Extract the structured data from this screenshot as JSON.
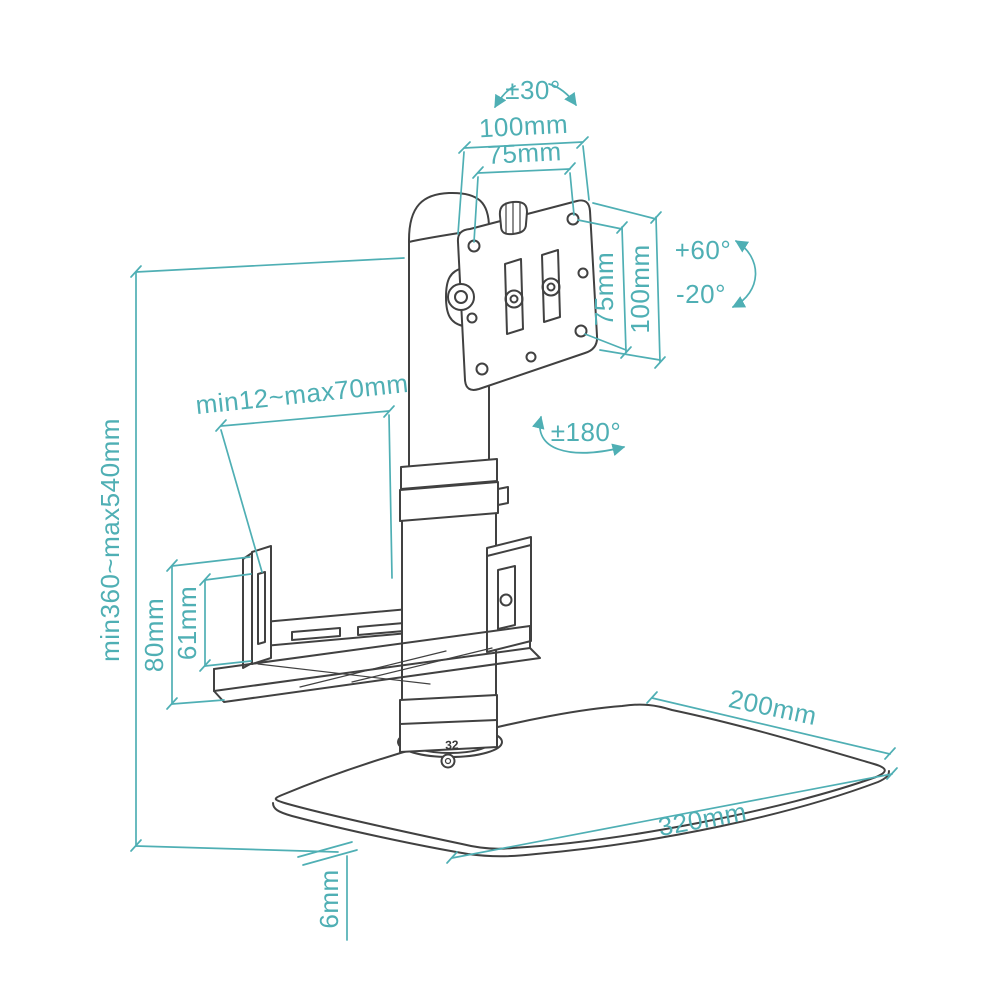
{
  "colors": {
    "art_line": "#414141",
    "dimension": "#4fafb4",
    "background": "#ffffff"
  },
  "labels": {
    "swivel_top": "±30°",
    "vesa_width_outer": "100mm",
    "vesa_width_inner": "75mm",
    "vesa_height_inner": "75mm",
    "vesa_height_outer": "100mm",
    "tilt_up": "+60°",
    "tilt_down": "-20°",
    "rotation": "±180°",
    "cpu_holder_width_range": "min12~max70mm",
    "pole_height_range": "min360~max540mm",
    "cpu_holder_height": "80mm",
    "cpu_holder_inner_height": "61mm",
    "base_depth": "200mm",
    "base_width": "320mm",
    "base_thickness": "6mm",
    "pole_size_marking": "32"
  }
}
